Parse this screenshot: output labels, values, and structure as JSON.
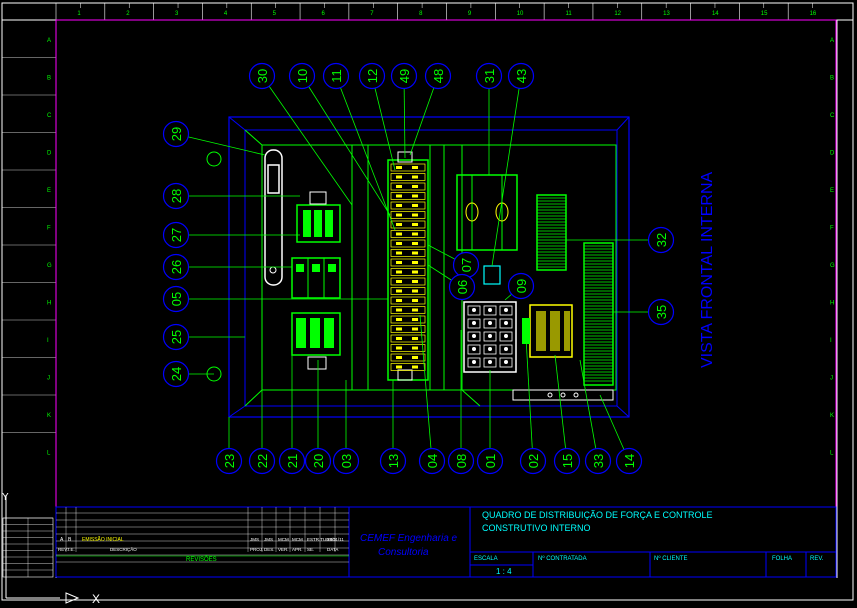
{
  "colors": {
    "background": "#000000",
    "frame": "#ffffff",
    "border": "#ff00ff",
    "panel": "#0000ff",
    "wire": "#00ff00",
    "label_circle": "#0000ff",
    "label_text": "#00ff00",
    "terminal": "#ffff00",
    "device": "#ffffff",
    "title_text": "#00ffff",
    "vertical_title": "#0000ff"
  },
  "grid": {
    "columns": [
      "1",
      "2",
      "3",
      "4",
      "5",
      "6",
      "7",
      "8",
      "9",
      "10",
      "11",
      "12",
      "13",
      "14",
      "15",
      "16"
    ],
    "rows": [
      "A",
      "B",
      "C",
      "D",
      "E",
      "F",
      "G",
      "H",
      "I",
      "J",
      "K",
      "L"
    ]
  },
  "vertical_title": "VISTA FRONTAL INTERNA",
  "ref_labels": {
    "top": [
      "30",
      "10",
      "11",
      "12",
      "49",
      "48",
      "31",
      "43"
    ],
    "left": [
      "29",
      "28",
      "27",
      "26",
      "05",
      "25",
      "24"
    ],
    "bottom": [
      "23",
      "22",
      "21",
      "20",
      "03",
      "13",
      "04",
      "08",
      "01",
      "02",
      "15",
      "33",
      "14"
    ],
    "inner": [
      "07",
      "06",
      "09"
    ],
    "right": [
      "32",
      "35"
    ]
  },
  "title_block": {
    "company": "CEMEF Engenharia e Consultoria",
    "drawing_title_line1": "QUADRO DE DISTRIBUIÇÃO DE FORÇA E CONTROLE",
    "drawing_title_line2": "CONSTRUTIVO INTERNO",
    "escala_label": "ESCALA",
    "escala_value": "1 : 4",
    "contratada_label": "Nº CONTRATADA",
    "cliente_label": "Nº CLIENTE",
    "folha_label": "FOLHA",
    "rev_label": "REV.",
    "revisoes_label": "REVISÕES",
    "rev_row_a": "A",
    "rev_row_b": "B",
    "rev_row_b_desc": "EMISSÃO INICIAL",
    "rev_header": [
      "REV.",
      "T.E.",
      "DESCRIÇÃO",
      "PROJ.",
      "DES.",
      "VER.",
      "APR.",
      "SE.",
      "DATA"
    ],
    "rev_sig": [
      "JMS",
      "JMS",
      "MCM",
      "MCM",
      "ESTR.TURBO",
      "28/11/11"
    ]
  }
}
